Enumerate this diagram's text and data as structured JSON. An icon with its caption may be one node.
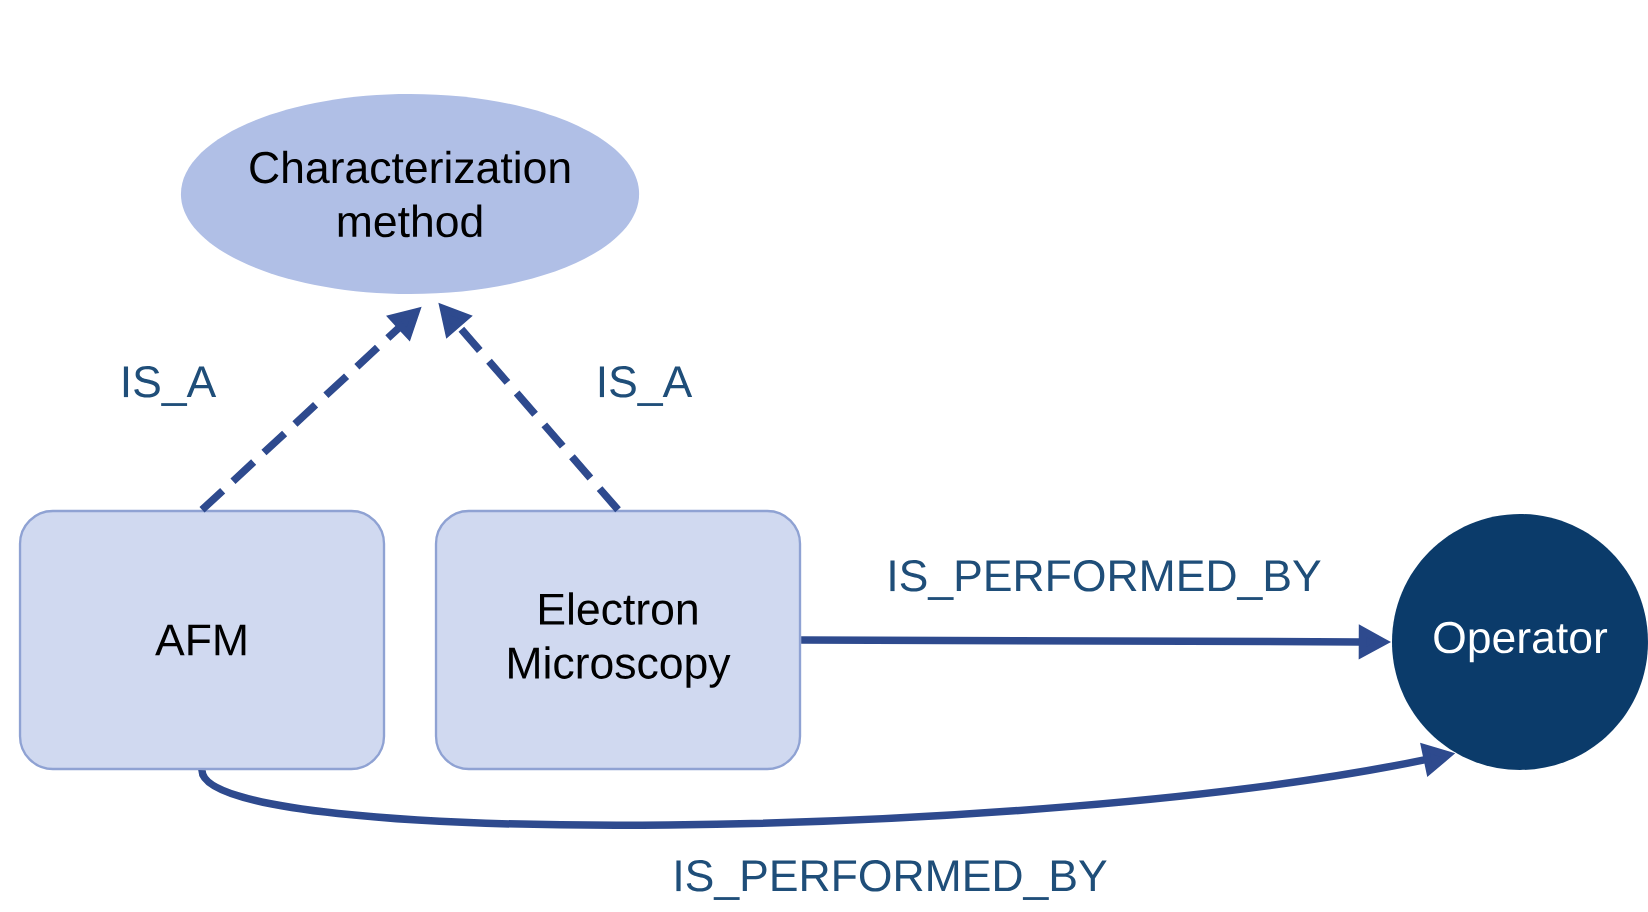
{
  "diagram": {
    "nodes": [
      {
        "text": [
          "Characterization method"
        ]
      },
      {
        "text": [
          "AFM"
        ]
      },
      {
        "text": [
          "Electron Microscopy"
        ]
      },
      {
        "text": [
          "Operator"
        ]
      }
    ],
    "edges": [
      {
        "from": 1,
        "to": 0,
        "arrow": "to",
        "label": "IS_A",
        "style": "dashed"
      },
      {
        "from": 2,
        "to": 0,
        "arrow": "to",
        "label": "IS_A",
        "style": "dashed"
      },
      {
        "from": 2,
        "to": 3,
        "arrow": "to",
        "label": "IS_PERFORMED_BY"
      },
      {
        "from": 1,
        "to": 3,
        "arrow": "to",
        "label": "IS_PERFORMED_BY"
      }
    ]
  }
}
